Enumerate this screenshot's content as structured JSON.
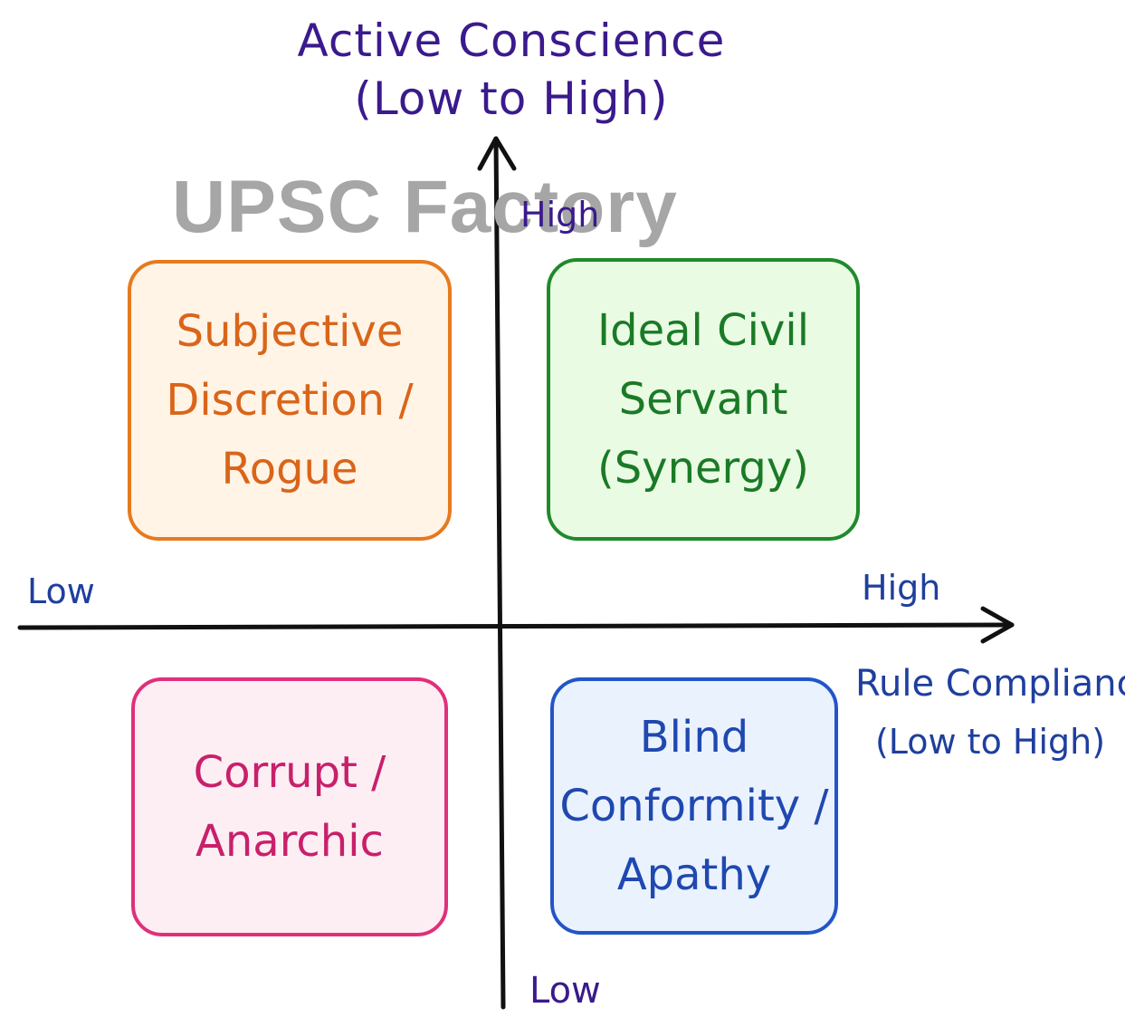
{
  "y_axis": {
    "title_line1": "Active Conscience",
    "title_line2": "(Low to High)",
    "high_label": "High",
    "low_label": "Low"
  },
  "x_axis": {
    "low_label": "Low",
    "high_label": "High",
    "title_line1": "Rule Compliance",
    "title_line2": "(Low to High)"
  },
  "watermark": "UPSC Factory",
  "quadrants": {
    "top_left": {
      "lines": [
        "Subjective",
        "Discretion /",
        "Rogue"
      ],
      "color": "#e67a1e"
    },
    "top_right": {
      "lines": [
        "Ideal Civil",
        "Servant",
        "(Synergy)"
      ],
      "color": "#1f8a2a"
    },
    "bottom_left": {
      "lines": [
        "Corrupt /",
        "Anarchic"
      ],
      "color": "#e0307a"
    },
    "bottom_right": {
      "lines": [
        "Blind",
        "Conformity /",
        "Apathy"
      ],
      "color": "#2255c8"
    }
  }
}
